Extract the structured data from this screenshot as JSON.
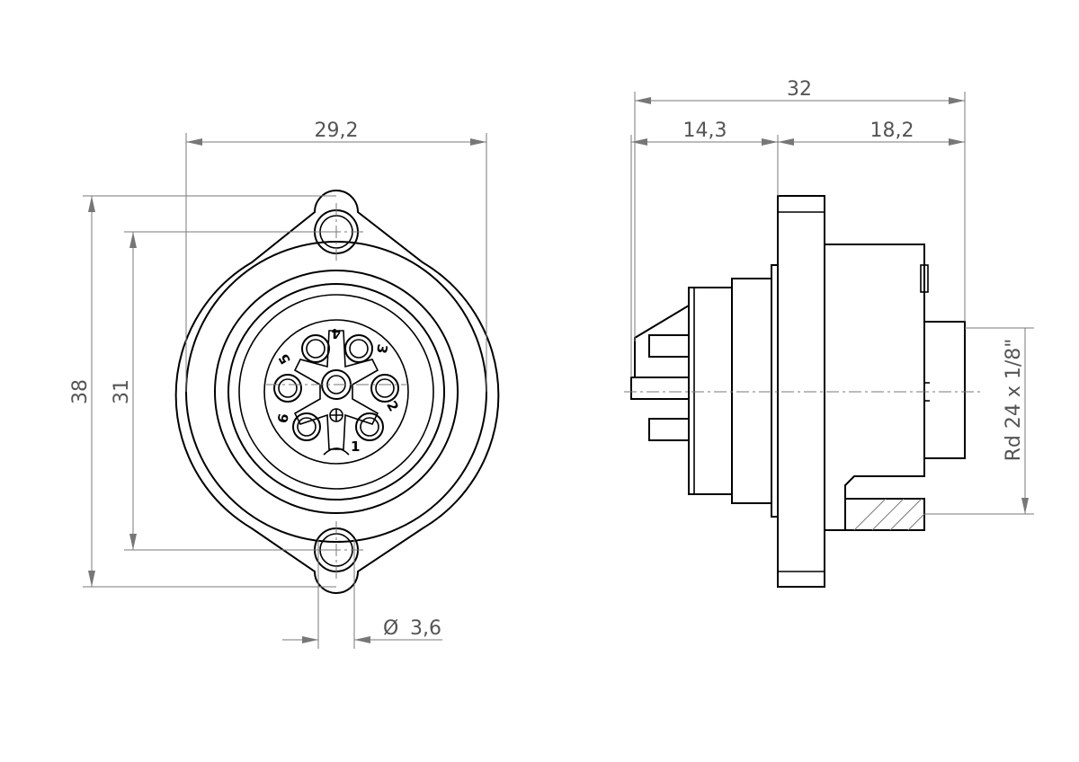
{
  "dimensions": {
    "front_width": "29,2",
    "front_height": "38",
    "hole_spacing": "31",
    "hole_diameter_symbol": "Ø",
    "hole_diameter": "3,6",
    "side_total": "32",
    "side_front": "14,3",
    "side_back": "18,2",
    "thread": "Rd 24 x 1/8\""
  },
  "pins": [
    "1",
    "2",
    "3",
    "4",
    "5",
    "6"
  ],
  "colors": {
    "outline": "#000000",
    "dimension": "#777777"
  }
}
